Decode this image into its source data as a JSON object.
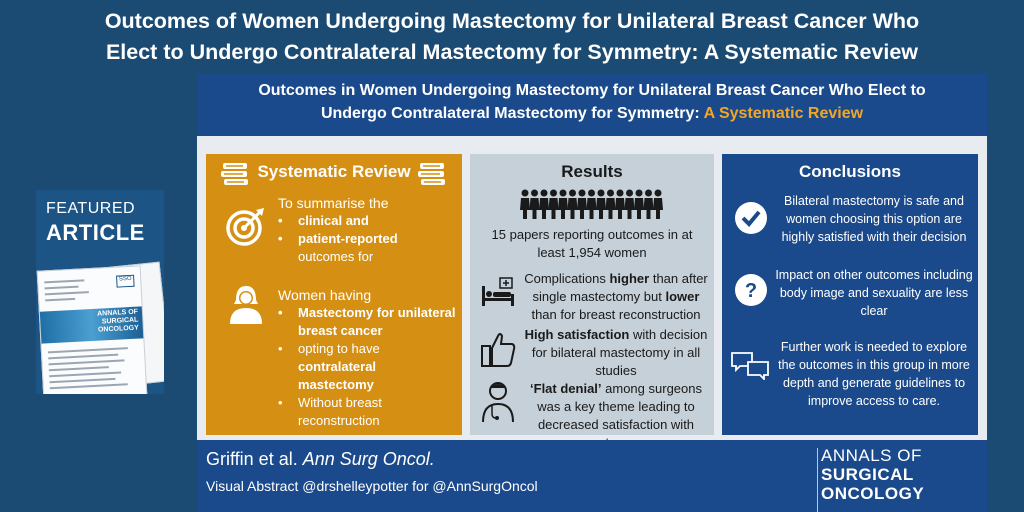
{
  "page_title_line1": "Outcomes of Women Undergoing Mastectomy for Unilateral Breast Cancer Who",
  "page_title_line2": "Elect to Undergo Contralateral Mastectomy for Symmetry: A Systematic Review",
  "badge": {
    "line1": "FEATURED",
    "line2": "ARTICLE",
    "cover_journal": "ANNALS OF SURGICAL ONCOLOGY",
    "cover_society": "SSO"
  },
  "abstract": {
    "header_line1": "Outcomes in Women Undergoing Mastectomy for Unilateral Breast Cancer Who Elect to",
    "header_line2_plain": "Undergo Contralateral Mastectomy for Symmetry:",
    "header_line2_highlight": "A Systematic Review",
    "highlight_color": "#f2a623",
    "systematic_review": {
      "title": "Systematic Review",
      "intro": "To summarise the",
      "bullets1": [
        "clinical and",
        "patient-reported"
      ],
      "after_bullets1": "outcomes for",
      "women_having": "Women having",
      "bullets2": [
        "Mastectomy for unilateral breast cancer",
        "opting to have contralateral mastectomy",
        "Without breast reconstruction"
      ],
      "icons": [
        "books-icon",
        "target-icon",
        "woman-icon"
      ]
    },
    "results": {
      "title": "Results",
      "papers": "15 papers reporting outcomes in at least 1,954 women",
      "complications": {
        "pre": "Complications ",
        "b1": "higher",
        "mid": " than after single mastectomy but ",
        "b2": "lower",
        "post": " than for breast reconstruction"
      },
      "satisfaction": {
        "bold": "High satisfaction",
        "rest": " with decision for bilateral mastectomy in all studies"
      },
      "flat_denial": {
        "bold": "‘Flat denial’",
        "rest": " among surgeons was a key theme leading to decreased satisfaction with outcome"
      },
      "icons": [
        "people-icon",
        "hospital-bed-icon",
        "thumbs-up-icon",
        "doctor-icon"
      ]
    },
    "conclusions": {
      "title": "Conclusions",
      "items": [
        "Bilateral mastectomy is safe and women choosing this option are highly satisfied with their decision",
        "Impact on other outcomes including body image and sexuality are less clear",
        "Further work is needed to explore the outcomes in this group in more depth and generate guidelines to improve access to care."
      ],
      "icons": [
        "checkmark-icon",
        "question-icon",
        "speech-bubbles-icon"
      ]
    },
    "footer": {
      "authors": "Griffin et al. ",
      "journal": "Ann Surg Oncol.",
      "visual_abstract": "Visual Abstract @drshelleypotter for @AnnSurgOncol",
      "logo_line1": "ANNALS OF",
      "logo_line2": "SURGICAL",
      "logo_line3": "ONCOLOGY"
    }
  },
  "colors": {
    "background": "#1b4a72",
    "navy": "#1b4a8c",
    "orange": "#d58f13",
    "grey": "#c5d0d8"
  }
}
